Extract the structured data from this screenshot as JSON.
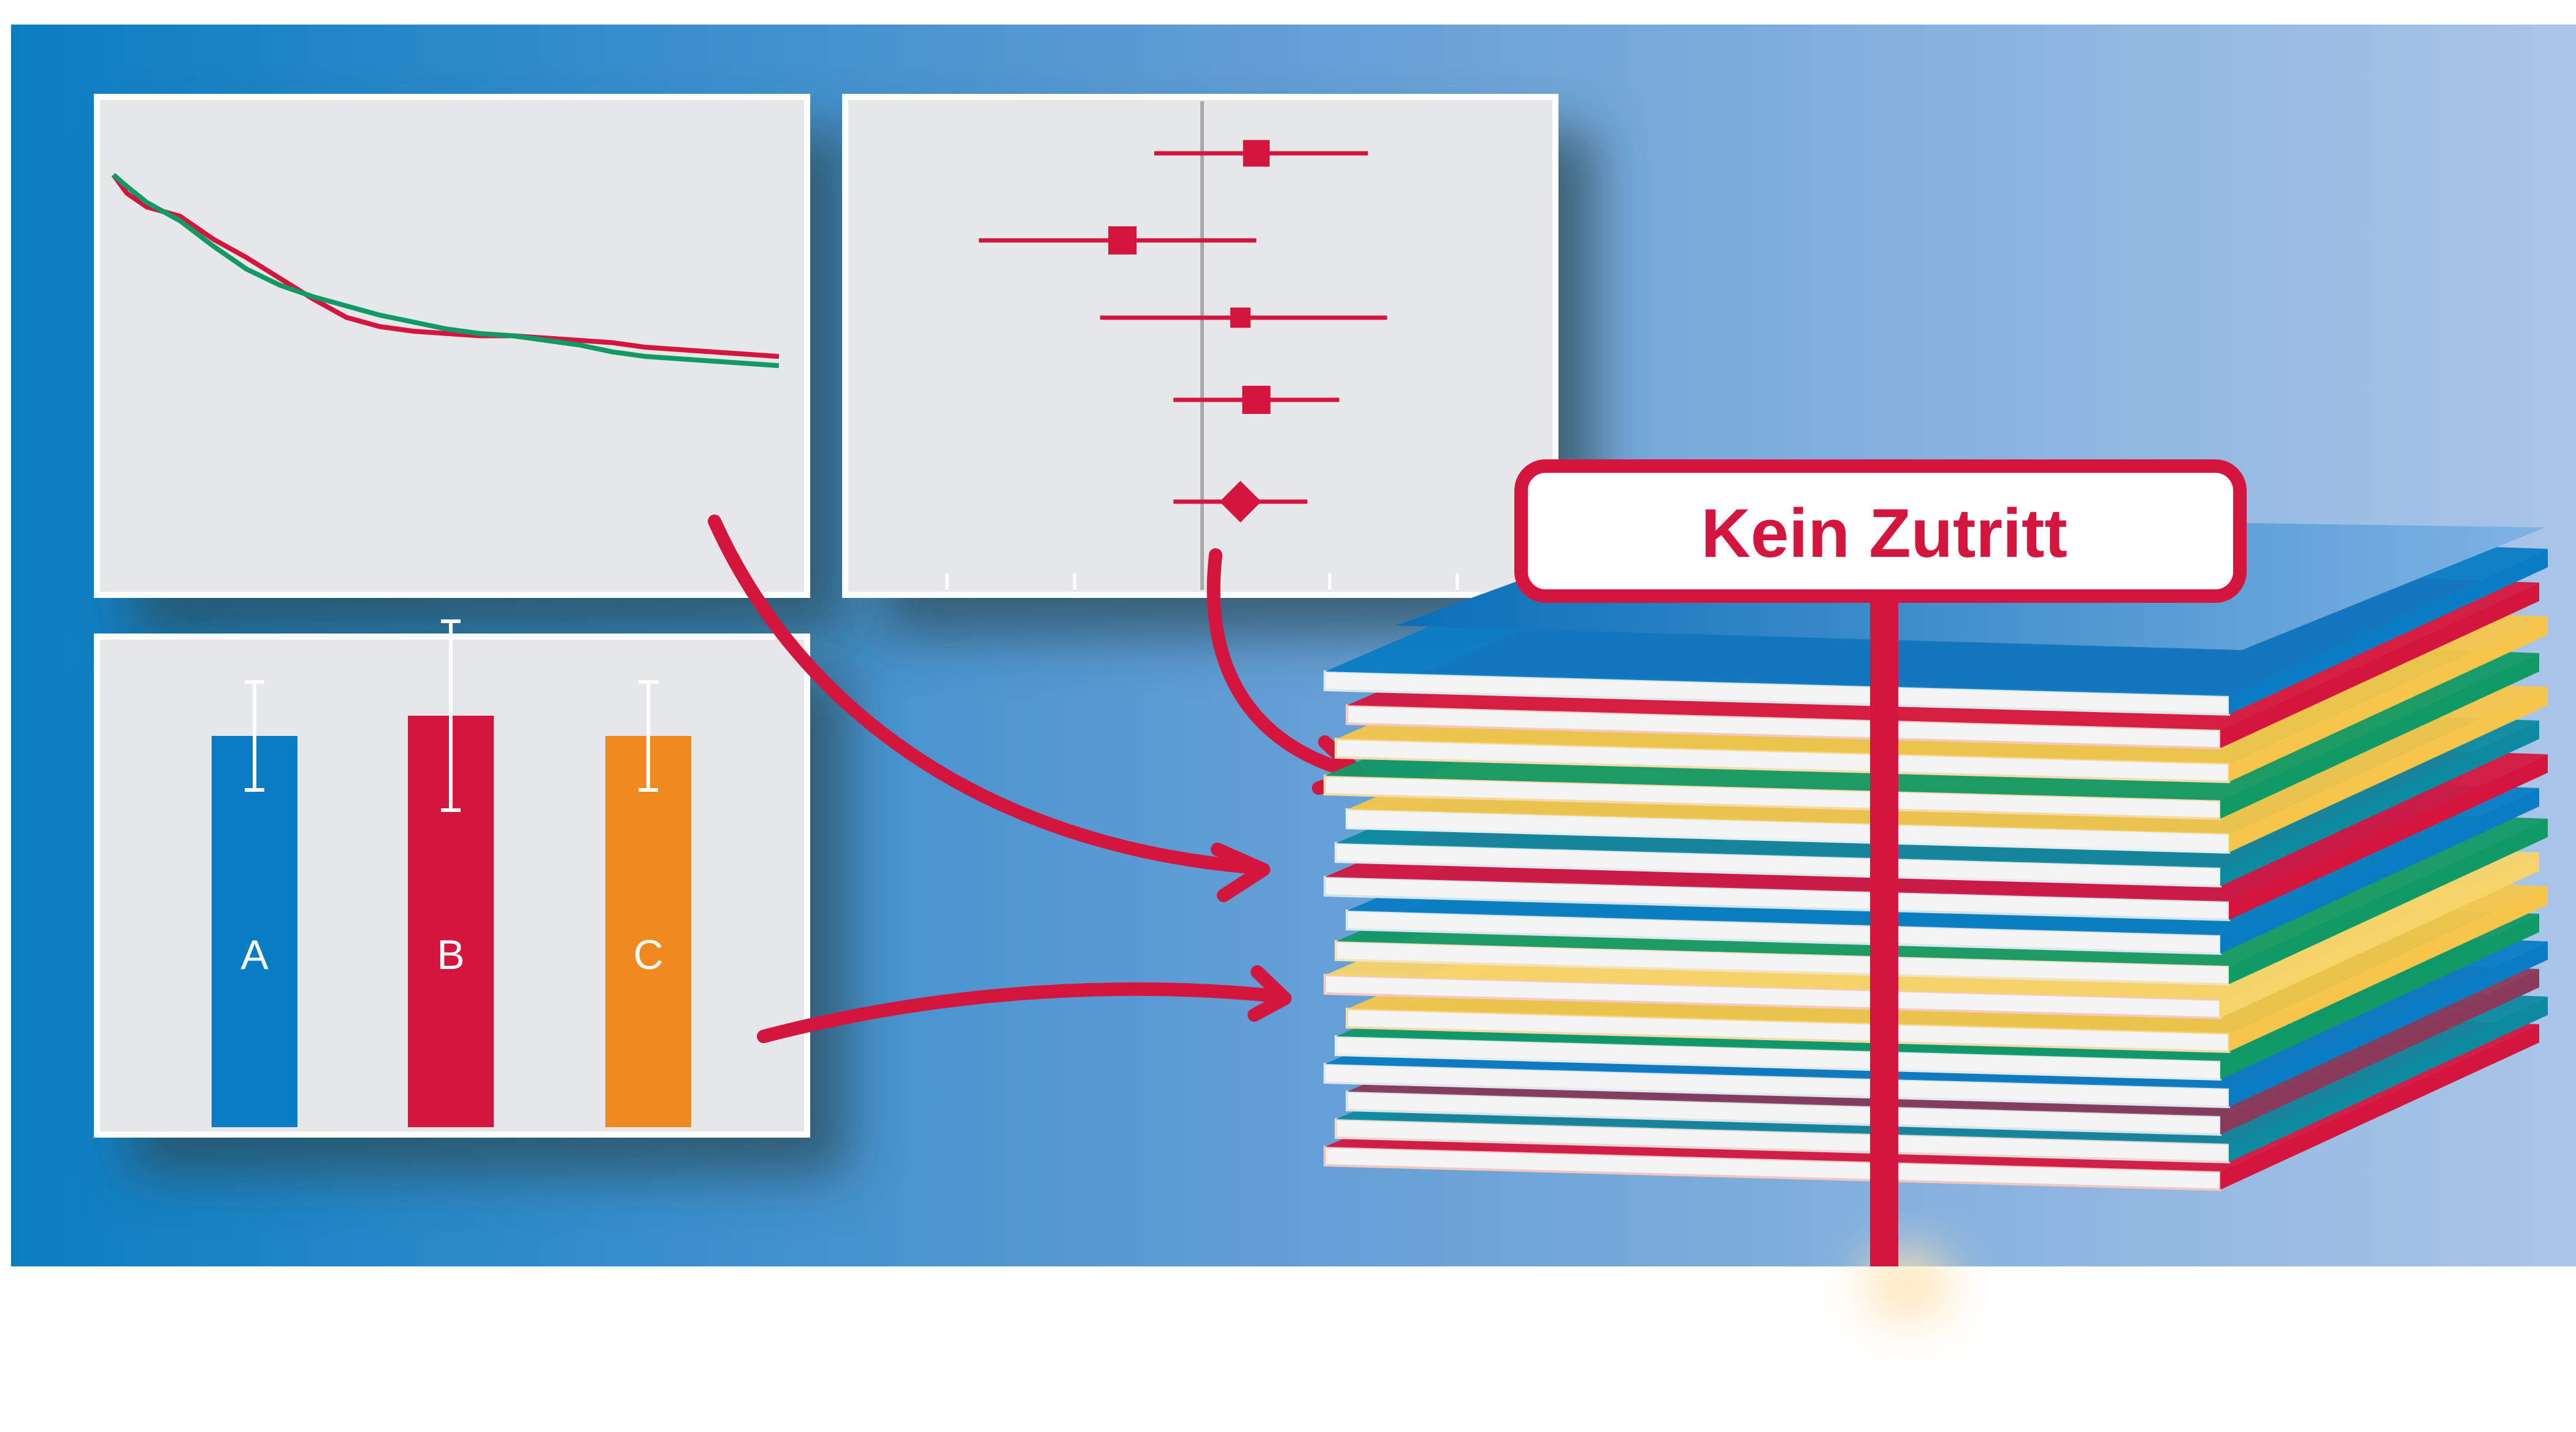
{
  "colors": {
    "background_left": "#0b7ec2",
    "background_right": "#a9c4e6",
    "panel_fill": "#e6e7e8",
    "panel_border": "#ffffff",
    "accent_red": "#d4163f",
    "accent_green": "#119966",
    "bar_a": "#0a7cc4",
    "bar_b": "#d4163f",
    "bar_c": "#f0891e",
    "forest_line": "#a8a8a8"
  },
  "icons": {
    "arrow_1": "curved-arrow-icon",
    "arrow_2": "curved-arrow-icon",
    "arrow_3": "curved-arrow-icon",
    "sign": "signpost-icon"
  },
  "sign": {
    "label": "Kein Zutritt"
  },
  "chart_data": [
    {
      "type": "line",
      "title": "",
      "xlabel": "",
      "ylabel": "",
      "x": [
        0,
        0.02,
        0.05,
        0.1,
        0.15,
        0.2,
        0.25,
        0.3,
        0.35,
        0.4,
        0.45,
        0.5,
        0.55,
        0.6,
        0.65,
        0.7,
        0.75,
        0.8,
        0.85,
        0.9,
        0.95,
        1.0
      ],
      "series": [
        {
          "color": "#d4163f",
          "values": [
            1.0,
            0.92,
            0.86,
            0.82,
            0.72,
            0.64,
            0.55,
            0.46,
            0.38,
            0.34,
            0.32,
            0.31,
            0.3,
            0.3,
            0.29,
            0.28,
            0.27,
            0.25,
            0.24,
            0.23,
            0.22,
            0.21
          ]
        },
        {
          "color": "#119966",
          "values": [
            1.0,
            0.95,
            0.88,
            0.8,
            0.69,
            0.59,
            0.52,
            0.47,
            0.43,
            0.39,
            0.36,
            0.33,
            0.31,
            0.3,
            0.28,
            0.26,
            0.23,
            0.21,
            0.2,
            0.19,
            0.18,
            0.17
          ]
        }
      ],
      "grid": false
    },
    {
      "type": "scatter",
      "title": "",
      "subtype": "forest-plot",
      "reference_line": 0,
      "xlim": [
        -1,
        1
      ],
      "rows": [
        {
          "estimate": 0.17,
          "low": -0.15,
          "high": 0.52,
          "marker": "square",
          "weight": 0.9
        },
        {
          "estimate": -0.25,
          "low": -0.7,
          "high": 0.17,
          "marker": "square",
          "weight": 1.0
        },
        {
          "estimate": 0.12,
          "low": -0.32,
          "high": 0.58,
          "marker": "square",
          "weight": 0.5
        },
        {
          "estimate": 0.17,
          "low": -0.09,
          "high": 0.43,
          "marker": "square",
          "weight": 1.0
        },
        {
          "estimate": 0.12,
          "low": -0.09,
          "high": 0.33,
          "marker": "diamond",
          "weight": 1.0
        }
      ],
      "grid": false
    },
    {
      "type": "bar",
      "title": "",
      "categories": [
        "A",
        "B",
        "C"
      ],
      "values": [
        58,
        61,
        58
      ],
      "errors": [
        8,
        14,
        8
      ],
      "colors": [
        "#0a7cc4",
        "#d4163f",
        "#f0891e"
      ],
      "ylim": [
        0,
        100
      ],
      "grid": false
    }
  ]
}
